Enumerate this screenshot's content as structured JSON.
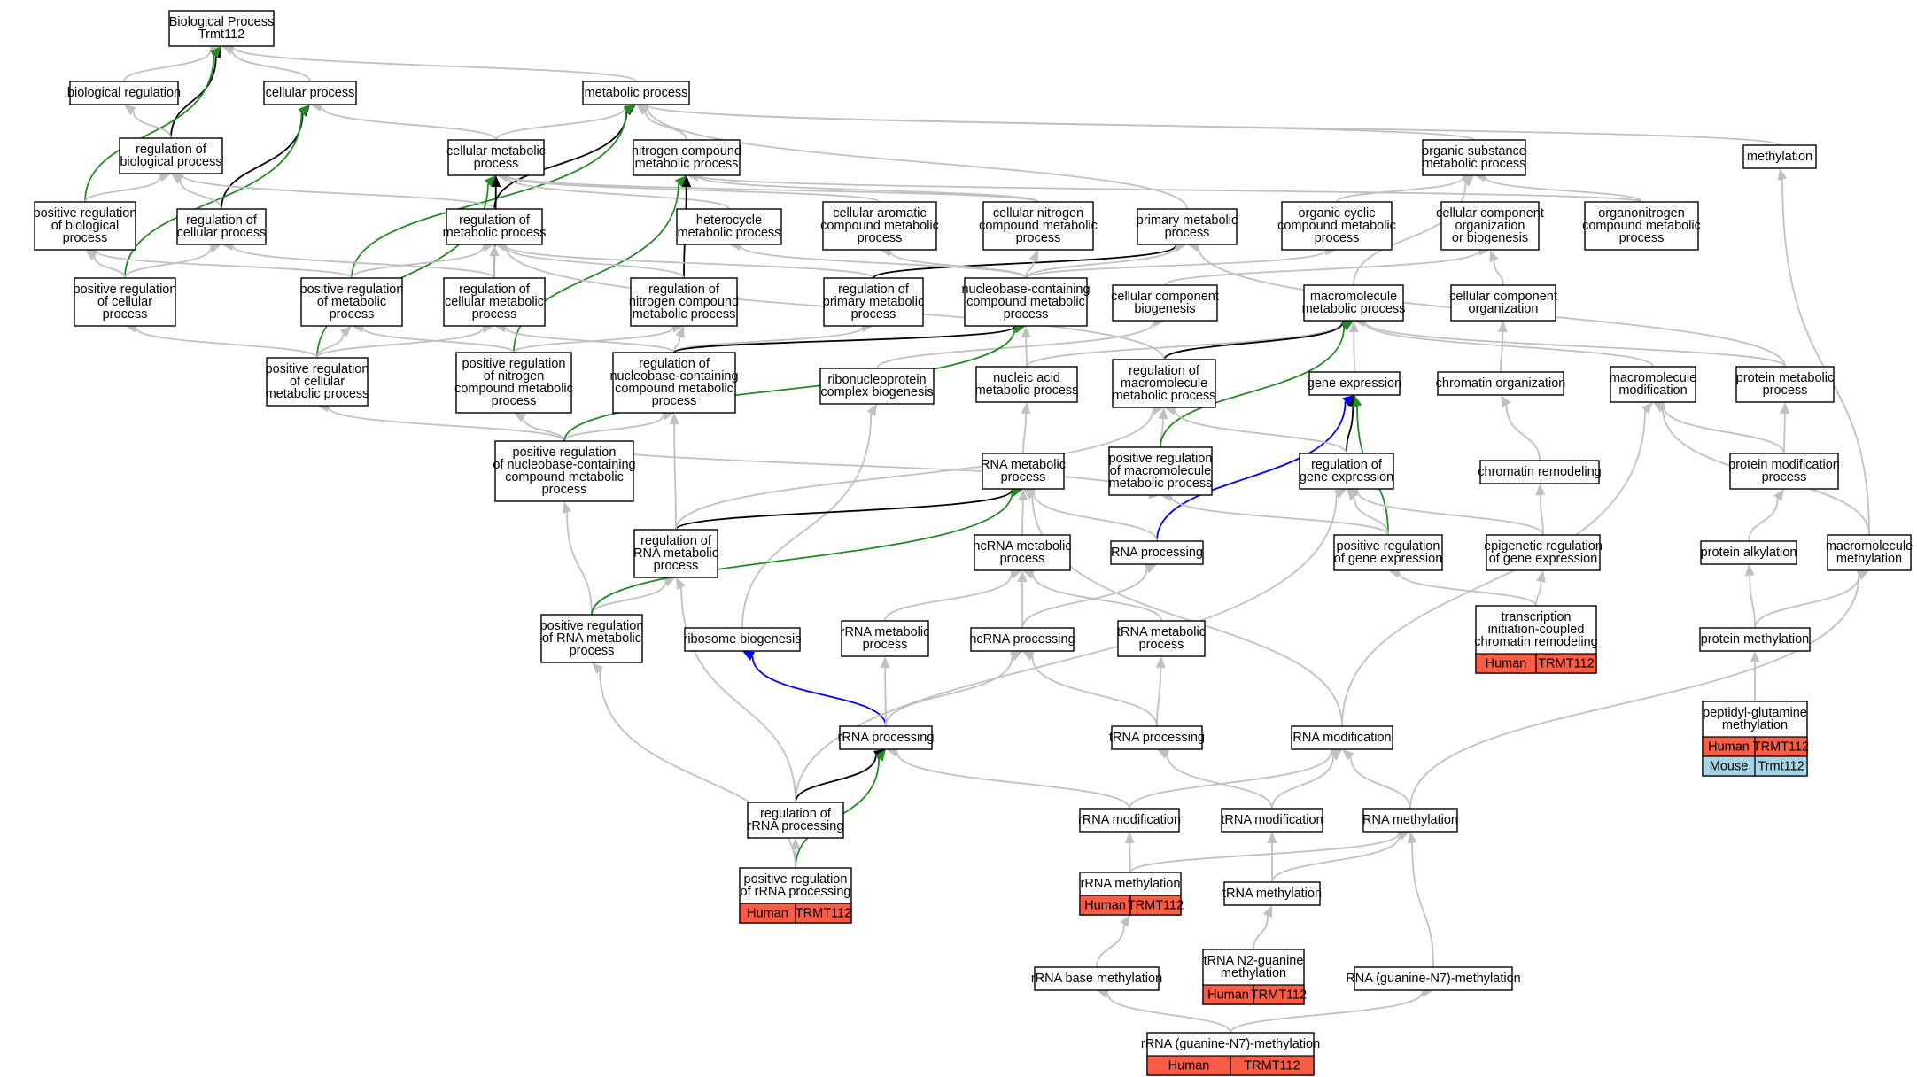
{
  "colors": {
    "gray": "#c0c0c0",
    "black": "#000000",
    "green": "#228b22",
    "blue": "#0000ff",
    "human": "#fa5c46",
    "mouse": "#a6d4e4"
  },
  "nodes": [
    {
      "id": "bp",
      "label": [
        "Biological Process",
        "Trmt112"
      ]
    },
    {
      "id": "bioreg",
      "label": [
        "biological regulation"
      ]
    },
    {
      "id": "cellproc",
      "label": [
        "cellular process"
      ]
    },
    {
      "id": "metproc",
      "label": [
        "metabolic process"
      ]
    },
    {
      "id": "methylation",
      "label": [
        "methylation"
      ]
    },
    {
      "id": "regbio",
      "label": [
        "regulation of",
        "biological process"
      ]
    },
    {
      "id": "cellmet",
      "label": [
        "cellular metabolic",
        "process"
      ]
    },
    {
      "id": "nitro",
      "label": [
        "nitrogen compound",
        "metabolic process"
      ]
    },
    {
      "id": "orgsub",
      "label": [
        "organic substance",
        "metabolic process"
      ]
    },
    {
      "id": "posregbio",
      "label": [
        "positive regulation",
        "of biological",
        "process"
      ]
    },
    {
      "id": "regcell",
      "label": [
        "regulation of",
        "cellular process"
      ]
    },
    {
      "id": "regmet",
      "label": [
        "regulation of",
        "metabolic process"
      ]
    },
    {
      "id": "hetero",
      "label": [
        "heterocycle",
        "metabolic process"
      ]
    },
    {
      "id": "cellarom",
      "label": [
        "cellular aromatic",
        "compound metabolic",
        "process"
      ]
    },
    {
      "id": "cellnitro",
      "label": [
        "cellular nitrogen",
        "compound metabolic",
        "process"
      ]
    },
    {
      "id": "primary",
      "label": [
        "primary metabolic",
        "process"
      ]
    },
    {
      "id": "orgcyc",
      "label": [
        "organic cyclic",
        "compound metabolic",
        "process"
      ]
    },
    {
      "id": "ccob",
      "label": [
        "cellular component",
        "organization",
        "or biogenesis"
      ]
    },
    {
      "id": "organonitro",
      "label": [
        "organonitrogen",
        "compound metabolic",
        "process"
      ]
    },
    {
      "id": "posregcell",
      "label": [
        "positive regulation",
        "of cellular",
        "process"
      ]
    },
    {
      "id": "posregmet",
      "label": [
        "positive regulation",
        "of metabolic",
        "process"
      ]
    },
    {
      "id": "regcellmet",
      "label": [
        "regulation of",
        "cellular metabolic",
        "process"
      ]
    },
    {
      "id": "regnitro",
      "label": [
        "regulation of",
        "nitrogen compound",
        "metabolic process"
      ]
    },
    {
      "id": "regprim",
      "label": [
        "regulation of",
        "primary metabolic",
        "process"
      ]
    },
    {
      "id": "nucbase",
      "label": [
        "nucleobase-containing",
        "compound metabolic",
        "process"
      ]
    },
    {
      "id": "ccbio",
      "label": [
        "cellular component",
        "biogenesis"
      ]
    },
    {
      "id": "macromet",
      "label": [
        "macromolecule",
        "metabolic process"
      ]
    },
    {
      "id": "ccorg",
      "label": [
        "cellular component",
        "organization"
      ]
    },
    {
      "id": "posregcellmet",
      "label": [
        "positive regulation",
        "of cellular",
        "metabolic process"
      ]
    },
    {
      "id": "posregnitro",
      "label": [
        "positive regulation",
        "of nitrogen",
        "compound metabolic",
        "process"
      ]
    },
    {
      "id": "regnucbase",
      "label": [
        "regulation of",
        "nucleobase-containing",
        "compound metabolic",
        "process"
      ]
    },
    {
      "id": "ribonuc",
      "label": [
        "ribonucleoprotein",
        "complex biogenesis"
      ]
    },
    {
      "id": "nucacid",
      "label": [
        "nucleic acid",
        "metabolic process"
      ]
    },
    {
      "id": "regmacro",
      "label": [
        "regulation of",
        "macromolecule",
        "metabolic process"
      ]
    },
    {
      "id": "geneexp",
      "label": [
        "gene expression"
      ]
    },
    {
      "id": "chromorg",
      "label": [
        "chromatin organization"
      ]
    },
    {
      "id": "macromod",
      "label": [
        "macromolecule",
        "modification"
      ]
    },
    {
      "id": "protmet",
      "label": [
        "protein metabolic",
        "process"
      ]
    },
    {
      "id": "posregnucbase",
      "label": [
        "positive regulation",
        "of nucleobase-containing",
        "compound metabolic",
        "process"
      ]
    },
    {
      "id": "rnamet",
      "label": [
        "RNA metabolic",
        "process"
      ]
    },
    {
      "id": "posregmacro",
      "label": [
        "positive regulation",
        "of macromolecule",
        "metabolic process"
      ]
    },
    {
      "id": "reggene",
      "label": [
        "regulation of",
        "gene expression"
      ]
    },
    {
      "id": "chromremod",
      "label": [
        "chromatin remodeling"
      ]
    },
    {
      "id": "protmod",
      "label": [
        "protein modification",
        "process"
      ]
    },
    {
      "id": "regrnamet",
      "label": [
        "regulation of",
        "RNA metabolic",
        "process"
      ]
    },
    {
      "id": "ncrnamet",
      "label": [
        "ncRNA metabolic",
        "process"
      ]
    },
    {
      "id": "rnaproc",
      "label": [
        "RNA processing"
      ]
    },
    {
      "id": "posreggene",
      "label": [
        "positive regulation",
        "of gene expression"
      ]
    },
    {
      "id": "epireg",
      "label": [
        "epigenetic regulation",
        "of gene expression"
      ]
    },
    {
      "id": "protalk",
      "label": [
        "protein alkylation"
      ]
    },
    {
      "id": "macrometh",
      "label": [
        "macromolecule",
        "methylation"
      ]
    },
    {
      "id": "posregrnamet",
      "label": [
        "positive regulation",
        "of RNA metabolic",
        "process"
      ]
    },
    {
      "id": "ribobio",
      "label": [
        "ribosome biogenesis"
      ]
    },
    {
      "id": "rrnamet",
      "label": [
        "rRNA metabolic",
        "process"
      ]
    },
    {
      "id": "ncrnaproc",
      "label": [
        "ncRNA processing"
      ]
    },
    {
      "id": "trnamet",
      "label": [
        "tRNA metabolic",
        "process"
      ]
    },
    {
      "id": "transcr",
      "label": [
        "transcription",
        "initiation-coupled",
        "chromatin remodeling"
      ],
      "ann": [
        [
          "Human",
          "TRMT112"
        ]
      ]
    },
    {
      "id": "protmeth",
      "label": [
        "protein methylation"
      ]
    },
    {
      "id": "rrnaproc",
      "label": [
        "rRNA processing"
      ]
    },
    {
      "id": "trnaproc",
      "label": [
        "tRNA processing"
      ]
    },
    {
      "id": "rnamod",
      "label": [
        "RNA modification"
      ]
    },
    {
      "id": "peptidyl",
      "label": [
        "peptidyl-glutamine",
        "methylation"
      ],
      "ann": [
        [
          "Human",
          "TRMT112"
        ],
        [
          "Mouse",
          "Trmt112"
        ]
      ]
    },
    {
      "id": "regrrna",
      "label": [
        "regulation of",
        "rRNA processing"
      ]
    },
    {
      "id": "rrnamod",
      "label": [
        "rRNA modification"
      ]
    },
    {
      "id": "trnamod",
      "label": [
        "tRNA modification"
      ]
    },
    {
      "id": "rnameth",
      "label": [
        "RNA methylation"
      ]
    },
    {
      "id": "posregrrna",
      "label": [
        "positive regulation",
        "of rRNA processing"
      ],
      "ann": [
        [
          "Human",
          "TRMT112"
        ]
      ]
    },
    {
      "id": "rrnameth",
      "label": [
        "rRNA methylation"
      ],
      "ann": [
        [
          "Human",
          "TRMT112"
        ]
      ]
    },
    {
      "id": "trnameth",
      "label": [
        "tRNA methylation"
      ]
    },
    {
      "id": "trnan2",
      "label": [
        "tRNA N2-guanine",
        "methylation"
      ],
      "ann": [
        [
          "Human",
          "TRMT112"
        ]
      ]
    },
    {
      "id": "rrnabase",
      "label": [
        "rRNA base methylation"
      ]
    },
    {
      "id": "rnagn7",
      "label": [
        "RNA (guanine-N7)-methylation"
      ]
    },
    {
      "id": "rrnagn7",
      "label": [
        "rRNA (guanine-N7)-methylation"
      ],
      "ann": [
        [
          "Human",
          "TRMT112"
        ]
      ]
    }
  ],
  "edges": [
    [
      "bioreg",
      "bp",
      "gray"
    ],
    [
      "cellproc",
      "bp",
      "gray"
    ],
    [
      "metproc",
      "bp",
      "gray"
    ],
    [
      "regbio",
      "bp",
      "black"
    ],
    [
      "posregbio",
      "bp",
      "green"
    ],
    [
      "regbio",
      "bioreg",
      "gray"
    ],
    [
      "regcell",
      "cellproc",
      "black"
    ],
    [
      "cellmet",
      "cellproc",
      "gray"
    ],
    [
      "posregcell",
      "cellproc",
      "green"
    ],
    [
      "cellmet",
      "metproc",
      "gray"
    ],
    [
      "nitro",
      "metproc",
      "gray"
    ],
    [
      "orgsub",
      "metproc",
      "gray"
    ],
    [
      "primary",
      "metproc",
      "gray"
    ],
    [
      "regmet",
      "metproc",
      "black"
    ],
    [
      "posregmet",
      "metproc",
      "green"
    ],
    [
      "methylation",
      "metproc",
      "gray"
    ],
    [
      "posregbio",
      "regbio",
      "gray"
    ],
    [
      "regcell",
      "regbio",
      "gray"
    ],
    [
      "regmet",
      "regbio",
      "gray"
    ],
    [
      "posregcell",
      "posregbio",
      "gray"
    ],
    [
      "posregmet",
      "posregbio",
      "gray"
    ],
    [
      "posregcell",
      "regcell",
      "gray"
    ],
    [
      "regcellmet",
      "regcell",
      "gray"
    ],
    [
      "regcellmet",
      "cellmet",
      "black"
    ],
    [
      "posregcellmet",
      "cellmet",
      "green"
    ],
    [
      "cellarom",
      "cellmet",
      "gray"
    ],
    [
      "cellnitro",
      "cellmet",
      "gray"
    ],
    [
      "hetero",
      "cellmet",
      "gray"
    ],
    [
      "regnitro",
      "nitro",
      "black"
    ],
    [
      "posregnitro",
      "nitro",
      "green"
    ],
    [
      "cellnitro",
      "nitro",
      "gray"
    ],
    [
      "organonitro",
      "nitro",
      "gray"
    ],
    [
      "orgcyc",
      "orgsub",
      "gray"
    ],
    [
      "organonitro",
      "orgsub",
      "gray"
    ],
    [
      "macromet",
      "orgsub",
      "gray"
    ],
    [
      "regcellmet",
      "regmet",
      "gray"
    ],
    [
      "regnitro",
      "regmet",
      "gray"
    ],
    [
      "regprim",
      "regmet",
      "gray"
    ],
    [
      "posregmet",
      "regmet",
      "gray"
    ],
    [
      "posregcellmet",
      "posregcell",
      "gray"
    ],
    [
      "posregcellmet",
      "posregmet",
      "gray"
    ],
    [
      "posregcellmet",
      "regcellmet",
      "gray"
    ],
    [
      "posregnitro",
      "posregmet",
      "gray"
    ],
    [
      "posregnitro",
      "regnitro",
      "gray"
    ],
    [
      "regnucbase",
      "regcellmet",
      "gray"
    ],
    [
      "regnucbase",
      "regnitro",
      "gray"
    ],
    [
      "regnucbase",
      "regprim",
      "gray"
    ],
    [
      "regnucbase",
      "nucbase",
      "black"
    ],
    [
      "regprim",
      "primary",
      "black"
    ],
    [
      "nucbase",
      "primary",
      "gray"
    ],
    [
      "nucbase",
      "cellarom",
      "gray"
    ],
    [
      "nucbase",
      "cellnitro",
      "gray"
    ],
    [
      "nucbase",
      "hetero",
      "gray"
    ],
    [
      "nucbase",
      "orgcyc",
      "gray"
    ],
    [
      "protmet",
      "primary",
      "gray"
    ],
    [
      "ccbio",
      "ccob",
      "gray"
    ],
    [
      "ccorg",
      "ccob",
      "gray"
    ],
    [
      "chromorg",
      "ccorg",
      "gray"
    ],
    [
      "chromremod",
      "chromorg",
      "gray"
    ],
    [
      "ribonuc",
      "ccbio",
      "gray"
    ],
    [
      "ribobio",
      "ribonuc",
      "gray"
    ],
    [
      "nucacid",
      "nucbase",
      "gray"
    ],
    [
      "nucacid",
      "macromet",
      "gray"
    ],
    [
      "rnamet",
      "nucacid",
      "gray"
    ],
    [
      "regmacro",
      "macromet",
      "black"
    ],
    [
      "regmacro",
      "regmet",
      "gray"
    ],
    [
      "posregmacro",
      "regmacro",
      "gray"
    ],
    [
      "posregmacro",
      "macromet",
      "green"
    ],
    [
      "geneexp",
      "macromet",
      "gray"
    ],
    [
      "macromod",
      "macromet",
      "gray"
    ],
    [
      "protmet",
      "macromet",
      "gray"
    ],
    [
      "reggene",
      "geneexp",
      "black"
    ],
    [
      "posreggene",
      "geneexp",
      "green"
    ],
    [
      "rnaproc",
      "geneexp",
      "blue"
    ],
    [
      "reggene",
      "regmacro",
      "gray"
    ],
    [
      "posreggene",
      "reggene",
      "gray"
    ],
    [
      "posreggene",
      "posregmacro",
      "gray"
    ],
    [
      "epireg",
      "reggene",
      "gray"
    ],
    [
      "transcr",
      "posreggene",
      "gray"
    ],
    [
      "transcr",
      "epireg",
      "gray"
    ],
    [
      "epireg",
      "chromremod",
      "gray"
    ],
    [
      "protmod",
      "macromod",
      "gray"
    ],
    [
      "protmod",
      "protmet",
      "gray"
    ],
    [
      "protalk",
      "protmod",
      "gray"
    ],
    [
      "protmeth",
      "protalk",
      "gray"
    ],
    [
      "protmeth",
      "macrometh",
      "gray"
    ],
    [
      "macrometh",
      "macromod",
      "gray"
    ],
    [
      "macrometh",
      "methylation",
      "gray"
    ],
    [
      "peptidyl",
      "protmeth",
      "gray"
    ],
    [
      "posregnucbase",
      "posregnitro",
      "gray"
    ],
    [
      "posregnucbase",
      "regnucbase",
      "gray"
    ],
    [
      "posregnucbase",
      "posregcellmet",
      "gray"
    ],
    [
      "posregnucbase",
      "nucbase",
      "green"
    ],
    [
      "posregnucbase",
      "posregmacro",
      "gray"
    ],
    [
      "regrnamet",
      "rnamet",
      "black"
    ],
    [
      "regrnamet",
      "regnucbase",
      "gray"
    ],
    [
      "regrnamet",
      "regmacro",
      "gray"
    ],
    [
      "posregrnamet",
      "regrnamet",
      "gray"
    ],
    [
      "posregrnamet",
      "posregnucbase",
      "gray"
    ],
    [
      "posregrnamet",
      "rnamet",
      "green"
    ],
    [
      "ncrnamet",
      "rnamet",
      "gray"
    ],
    [
      "rnaproc",
      "rnamet",
      "gray"
    ],
    [
      "rnamod",
      "rnamet",
      "gray"
    ],
    [
      "rrnamet",
      "ncrnamet",
      "gray"
    ],
    [
      "trnamet",
      "ncrnamet",
      "gray"
    ],
    [
      "ncrnaproc",
      "ncrnamet",
      "gray"
    ],
    [
      "ncrnaproc",
      "rnaproc",
      "gray"
    ],
    [
      "rrnaproc",
      "ribobio",
      "blue"
    ],
    [
      "rrnaproc",
      "rrnamet",
      "gray"
    ],
    [
      "rrnaproc",
      "ncrnaproc",
      "gray"
    ],
    [
      "trnaproc",
      "trnamet",
      "gray"
    ],
    [
      "trnaproc",
      "ncrnaproc",
      "gray"
    ],
    [
      "rnamod",
      "macromod",
      "gray"
    ],
    [
      "regrrna",
      "rrnaproc",
      "black"
    ],
    [
      "regrrna",
      "regrnamet",
      "gray"
    ],
    [
      "regrrna",
      "reggene",
      "gray"
    ],
    [
      "posregrrna",
      "regrrna",
      "gray"
    ],
    [
      "posregrrna",
      "rrnaproc",
      "green"
    ],
    [
      "posregrrna",
      "posregrnamet",
      "gray"
    ],
    [
      "rrnamod",
      "rrnaproc",
      "gray"
    ],
    [
      "rrnamod",
      "rnamod",
      "gray"
    ],
    [
      "trnamod",
      "trnaproc",
      "gray"
    ],
    [
      "trnamod",
      "rnamod",
      "gray"
    ],
    [
      "rnameth",
      "rnamod",
      "gray"
    ],
    [
      "rnameth",
      "macrometh",
      "gray"
    ],
    [
      "rrnameth",
      "rrnamod",
      "gray"
    ],
    [
      "rrnameth",
      "rnameth",
      "gray"
    ],
    [
      "trnameth",
      "trnamod",
      "gray"
    ],
    [
      "trnameth",
      "rnameth",
      "gray"
    ],
    [
      "trnan2",
      "trnameth",
      "gray"
    ],
    [
      "rrnabase",
      "rrnameth",
      "gray"
    ],
    [
      "rnagn7",
      "rnameth",
      "gray"
    ],
    [
      "rrnagn7",
      "rrnabase",
      "gray"
    ],
    [
      "rrnagn7",
      "rnagn7",
      "gray"
    ]
  ]
}
